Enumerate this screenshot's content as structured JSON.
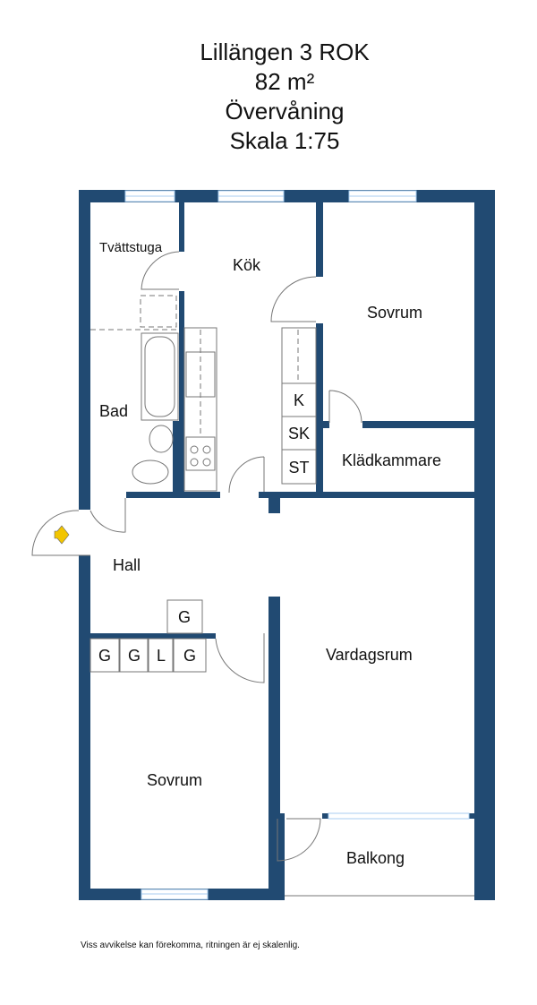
{
  "header": {
    "title": "Lillängen 3 ROK",
    "area": "82 m²",
    "floor": "Övervåning",
    "scale": "Skala 1:75"
  },
  "rooms": {
    "laundry": "Tvättstuga",
    "kitchen": "Kök",
    "bedroom1": "Sovrum",
    "bath": "Bad",
    "wardrobe_room": "Klädkammare",
    "hall": "Hall",
    "living": "Vardagsrum",
    "bedroom2": "Sovrum",
    "balcony": "Balkong"
  },
  "appliances": {
    "fridge": "K",
    "fridge_freezer": "SK",
    "storage": "ST"
  },
  "closets": {
    "hall": "G",
    "row": [
      "G",
      "G",
      "L",
      "G"
    ]
  },
  "footer": "Viss avvikelse kan förekomma, ritningen är ej skalenlig.",
  "colors": {
    "wall": "#214a72",
    "window": "#a8cdf0",
    "entry_arrow": "#f2c500"
  }
}
